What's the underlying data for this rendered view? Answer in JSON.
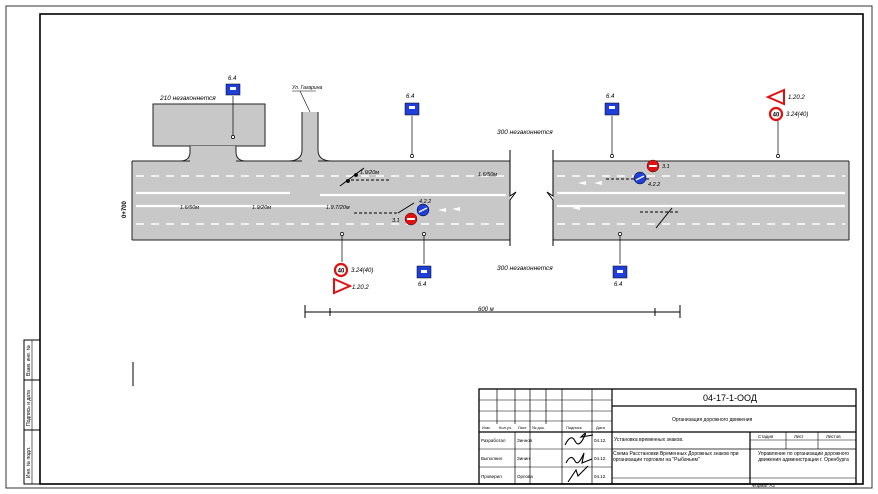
{
  "drawing": {
    "labels": {
      "dist_210": "210 незаконнется",
      "street": "Ул. Гагарина",
      "dist_300_top": "300 незаконнется",
      "dist_300_bottom": "300 незаконнется",
      "dist_600": "600 м",
      "km": "0+700",
      "mark_1920_a": "1.9/20м",
      "mark_1650_a": "1.6/50м",
      "mark_1650_b": "1.6/50м",
      "mark_1920_b": "1.9/20м",
      "mark_1970": "1.9.7/20м"
    },
    "signs": {
      "s64_a": "6.4",
      "s64_b": "6.4",
      "s64_c": "6.4",
      "s64_d": "6.4",
      "s64_e": "6.4",
      "s3_24_top": "3.24(40)",
      "s1_20_2_top": "1.20.2",
      "s3_24_bot": "3.24(40)",
      "s1_20_2_bot": "1.20.2",
      "s4_2_2_a": "4.2.2",
      "s3_1_a": "3.1",
      "s3_1_b": "3.1",
      "s4_2_2_b": "4.2.2"
    }
  },
  "side_stamp": {
    "inv_no": "Инв. № подл.",
    "sign_date": "Подпись и дата",
    "replace_inv": "Взам. инв. №"
  },
  "title_block": {
    "doc_code": "04-17-1-ООД",
    "org_work": "Организация дорожного движения",
    "hdr_change": "Изм.",
    "hdr_qty": "Кол.уч.",
    "hdr_sheet": "Лист",
    "hdr_doc": "№ док.",
    "hdr_sign": "Подпись",
    "hdr_date": "Дата",
    "role_dev": "Разработал",
    "name_dev": "Зиннов",
    "role_done": "Выполнил",
    "name_done": "Зинин",
    "role_check": "Проверил",
    "name_check": "Орлова",
    "date_1": "04.12.",
    "date_2": "04.12.",
    "date_3": "04.12.",
    "desc_1": "Установка временных знаков.",
    "desc_2": "Схема Расстановки Временных Дорожных знаков при организации торговли на \"Рыбачьем\"",
    "stage_hdr": "Стадия",
    "list_hdr": "Лист",
    "lists_hdr": "Листов",
    "org": "Управление по организации дорожного движения администрации г. Оренбурга",
    "format": "Формат А3"
  }
}
